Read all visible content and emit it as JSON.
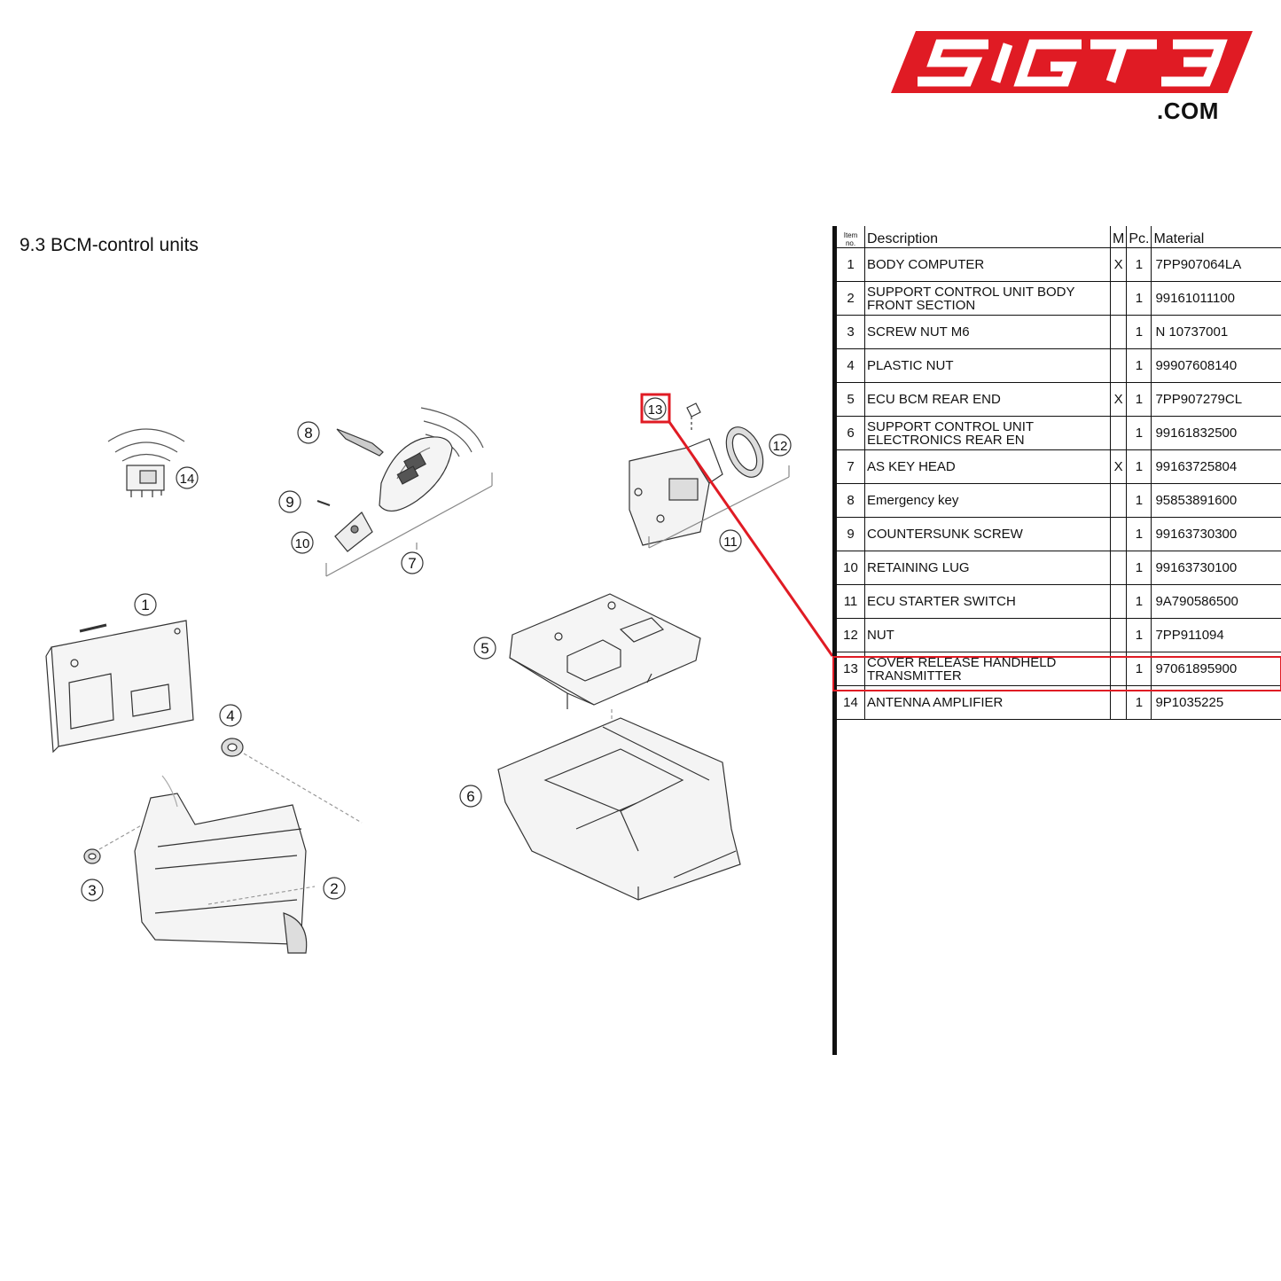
{
  "logo": {
    "brand": "SIGT3",
    "suffix": ".COM",
    "color": "#e01b24"
  },
  "section": {
    "title": "9.3  BCM-control units"
  },
  "callouts": [
    "1",
    "2",
    "3",
    "4",
    "5",
    "6",
    "7",
    "8",
    "9",
    "10",
    "11",
    "12",
    "13",
    "14"
  ],
  "highlight": {
    "item": "13",
    "color": "#e01b24"
  },
  "table": {
    "headers": {
      "item": "Item no.",
      "description": "Description",
      "m": "M",
      "pc": "Pc.",
      "material": "Material"
    },
    "rows": [
      {
        "item": "1",
        "description": "BODY COMPUTER",
        "m": "X",
        "pc": "1",
        "material": "7PP907064LA"
      },
      {
        "item": "2",
        "description": "SUPPORT CONTROL UNIT BODY FRONT SECTION",
        "m": "",
        "pc": "1",
        "material": "99161011100"
      },
      {
        "item": "3",
        "description": "SCREW NUT M6",
        "m": "",
        "pc": "1",
        "material": "N 10737001"
      },
      {
        "item": "4",
        "description": "PLASTIC NUT",
        "m": "",
        "pc": "1",
        "material": "99907608140"
      },
      {
        "item": "5",
        "description": "ECU BCM REAR END",
        "m": "X",
        "pc": "1",
        "material": "7PP907279CL"
      },
      {
        "item": "6",
        "description": "SUPPORT CONTROL UNIT ELECTRONICS REAR EN",
        "m": "",
        "pc": "1",
        "material": "99161832500"
      },
      {
        "item": "7",
        "description": "AS KEY HEAD",
        "m": "X",
        "pc": "1",
        "material": "99163725804"
      },
      {
        "item": "8",
        "description": "Emergency key",
        "m": "",
        "pc": "1",
        "material": "95853891600"
      },
      {
        "item": "9",
        "description": "COUNTERSUNK SCREW",
        "m": "",
        "pc": "1",
        "material": "99163730300"
      },
      {
        "item": "10",
        "description": "RETAINING LUG",
        "m": "",
        "pc": "1",
        "material": "99163730100"
      },
      {
        "item": "11",
        "description": "ECU STARTER SWITCH",
        "m": "",
        "pc": "1",
        "material": "9A790586500"
      },
      {
        "item": "12",
        "description": "NUT",
        "m": "",
        "pc": "1",
        "material": "7PP911094"
      },
      {
        "item": "13",
        "description": "COVER RELEASE HANDHELD TRANSMITTER",
        "m": "",
        "pc": "1",
        "material": "97061895900"
      },
      {
        "item": "14",
        "description": "ANTENNA AMPLIFIER",
        "m": "",
        "pc": "1",
        "material": "9P1035225"
      }
    ]
  }
}
